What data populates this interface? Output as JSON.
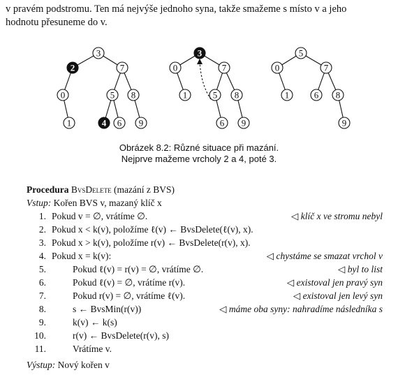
{
  "intro": {
    "line1": "v pravém podstromu. Ten má nejvýše jednoho syna, takže smažeme s místo v a jeho",
    "line2": "hodnotu přesuneme do v."
  },
  "figure": {
    "tree1": [
      "3",
      "2",
      "7",
      "0",
      "5",
      "8",
      "1",
      "4",
      "6",
      "9"
    ],
    "tree2": [
      "3",
      "0",
      "7",
      "1",
      "5",
      "8",
      "6",
      "9"
    ],
    "tree3": [
      "5",
      "0",
      "7",
      "1",
      "6",
      "8",
      "9"
    ],
    "caption_line1": "Obrázek 8.2: Různé situace při mazání.",
    "caption_line2": "Nejprve mažeme vrcholy 2 a 4, poté 3."
  },
  "procedure": {
    "heading_label": "Procedura",
    "heading_name": "BvsDelete",
    "heading_desc": "(mazání z BVS)",
    "input_label": "Vstup:",
    "input_text": "Kořen BVS v, mazaný klíč x",
    "output_label": "Výstup:",
    "output_text": "Nový kořen v",
    "lines": [
      {
        "n": "1.",
        "code": "Pokud v = ∅, vrátíme ∅.",
        "comment": "◁ klíč x ve stromu nebyl"
      },
      {
        "n": "2.",
        "code": "Pokud x < k(v), položíme ℓ(v) ← BvsDelete(ℓ(v), x).",
        "comment": ""
      },
      {
        "n": "3.",
        "code": "Pokud x > k(v), položíme r(v) ← BvsDelete(r(v), x).",
        "comment": ""
      },
      {
        "n": "4.",
        "code": "Pokud x = k(v):",
        "comment": "◁ chystáme se smazat vrchol v"
      },
      {
        "n": "5.",
        "code": "Pokud ℓ(v) = r(v) = ∅, vrátíme ∅.",
        "comment": "◁ byl to list"
      },
      {
        "n": "6.",
        "code": "Pokud ℓ(v) = ∅, vrátíme r(v).",
        "comment": "◁ existoval jen pravý syn"
      },
      {
        "n": "7.",
        "code": "Pokud r(v) = ∅, vrátíme ℓ(v).",
        "comment": "◁ existoval jen levý syn"
      },
      {
        "n": "8.",
        "code": "s ← BvsMin(r(v))",
        "comment": "◁ máme oba syny: nahradíme následníka s"
      },
      {
        "n": "9.",
        "code": "k(v) ← k(s)",
        "comment": ""
      },
      {
        "n": "10.",
        "code": "r(v) ← BvsDelete(r(v), s)",
        "comment": ""
      },
      {
        "n": "11.",
        "code": "Vrátíme v.",
        "comment": ""
      }
    ]
  }
}
